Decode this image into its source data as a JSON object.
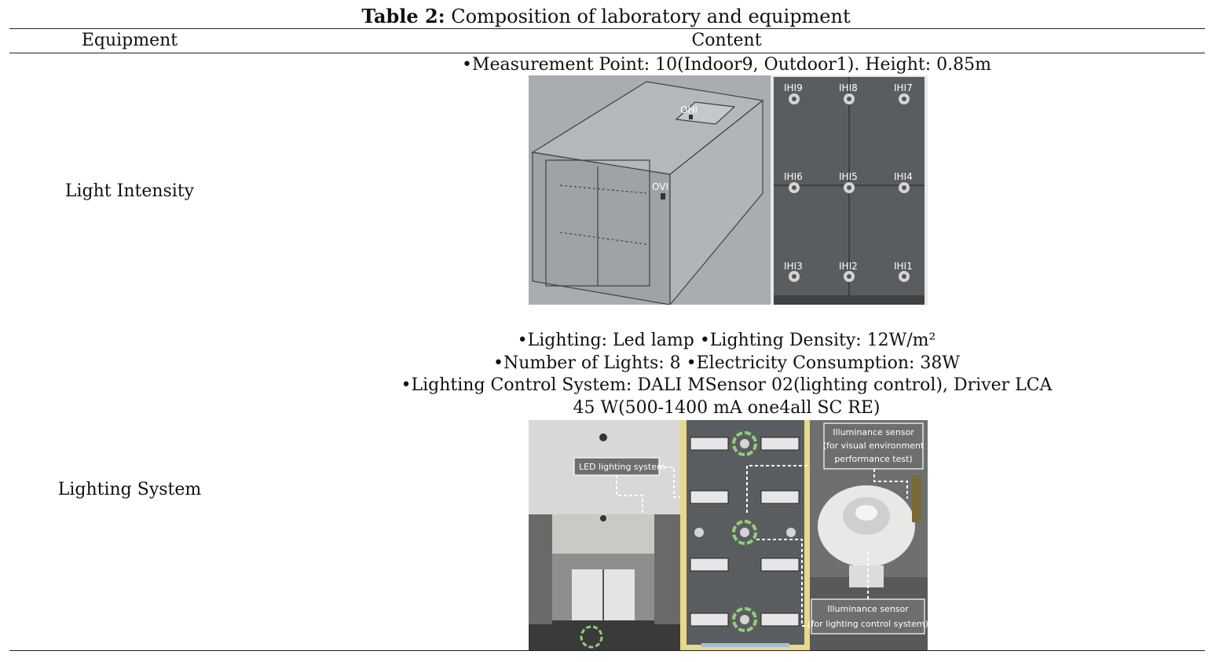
{
  "caption": {
    "label": "Table 2:",
    "title": " Composition of laboratory and equipment"
  },
  "header": {
    "equipment": "Equipment",
    "content": "Content"
  },
  "rows": [
    {
      "equipment": "Light Intensity",
      "content_lines": [
        "•Measurement Point: 10(Indoor9, Outdoor1). Height: 0.85m"
      ],
      "figure": {
        "outdoor_labels": [
          "OHI",
          "OVI"
        ],
        "indoor_labels": [
          "IHI9",
          "IHI8",
          "IHI7",
          "IHI6",
          "IHI5",
          "IHI4",
          "IHI3",
          "IHI2",
          "IHI1"
        ]
      }
    },
    {
      "equipment": "Lighting System",
      "content_lines": [
        "•Lighting: Led lamp •Lighting Density: 12W/m²",
        "•Number of Lights: 8 •Electricity Consumption: 38W",
        "•Lighting Control System: DALI MSensor 02(lighting control), Driver LCA",
        "45 W(500-1400 mA one4all SC RE)"
      ],
      "figure": {
        "callouts": {
          "led": "LED lighting system",
          "sensor_visual_1": "Illuminance sensor",
          "sensor_visual_2": "(for visual environment",
          "sensor_visual_3": "performance test)",
          "sensor_control_1": "Illuminance sensor",
          "sensor_control_2": "(for lighting control system)"
        }
      }
    }
  ],
  "colors": {
    "sketch_bg": "#a8adb2",
    "plan_bg": "#5a5d60",
    "sensor_ring": "#8fcf7a",
    "plan_border": "#e7d98a"
  }
}
